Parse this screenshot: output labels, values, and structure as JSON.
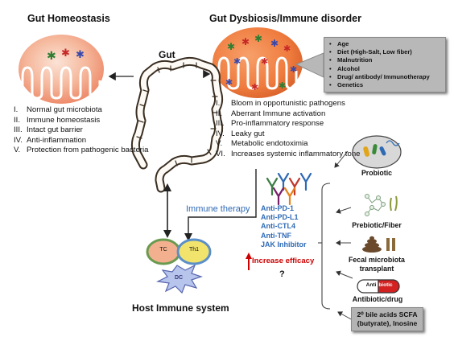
{
  "homeostasis": {
    "title": "Gut Homeostasis",
    "items": [
      {
        "num": "I.",
        "text": "Normal gut microbiota"
      },
      {
        "num": "II.",
        "text": "Immune homeostasis"
      },
      {
        "num": "III.",
        "text": "Intact gut barrier"
      },
      {
        "num": "IV.",
        "text": "Anti-inflammation"
      },
      {
        "num": "V.",
        "text": "Protection from pathogenic bacteria"
      }
    ]
  },
  "gut_label": "Gut",
  "dysbiosis": {
    "title": "Gut Dysbiosis/Immune disorder",
    "items": [
      {
        "num": "I.",
        "text": "Bloom in opportunistic pathogens"
      },
      {
        "num": "II.",
        "text": "Aberrant Immune activation"
      },
      {
        "num": "III.",
        "text": "Pro-inflammatory response"
      },
      {
        "num": "IV.",
        "text": "Leaky gut"
      },
      {
        "num": "V.",
        "text": "Metabolic endotoximia"
      },
      {
        "num": "VI.",
        "text": "Increases systemic inflammatory tone"
      }
    ]
  },
  "factors": {
    "bullet": "•",
    "items": [
      "Age",
      "Diet (High-Salt, Low fiber)",
      "Malnutrition",
      "Alcohol",
      "Drug/ antibody/ Immunotherapy",
      "Genetics"
    ]
  },
  "therapy": {
    "label": "Immune therapy",
    "drugs": [
      "Anti-PD-1",
      "Anti-PD-L1",
      "Anti-CTL4",
      "Anti-TNF",
      "JAK Inhibitor"
    ],
    "efficacy": "Increase efficacy",
    "question": "?"
  },
  "immune": {
    "title": "Host Immune system",
    "cells": {
      "tc": "TC",
      "th1": "Th1",
      "dc": "DC"
    }
  },
  "modulators": {
    "probiotic": "Probiotic",
    "prebiotic": "Prebiotic/Fiber",
    "fecal": "Fecal microbiota transplant",
    "antibiotic": "Antibiotic/drug",
    "pill_left": "Anti",
    "pill_right": "biotic",
    "scfa": "2⁰ bile acids SCFA (butyrate), Inosine"
  },
  "colors": {
    "therapy_blue": "#2f6ab5",
    "efficacy_red": "#cc0000",
    "gut_orange": "#ef7b3e",
    "factor_gray": "#b8b8b8"
  }
}
